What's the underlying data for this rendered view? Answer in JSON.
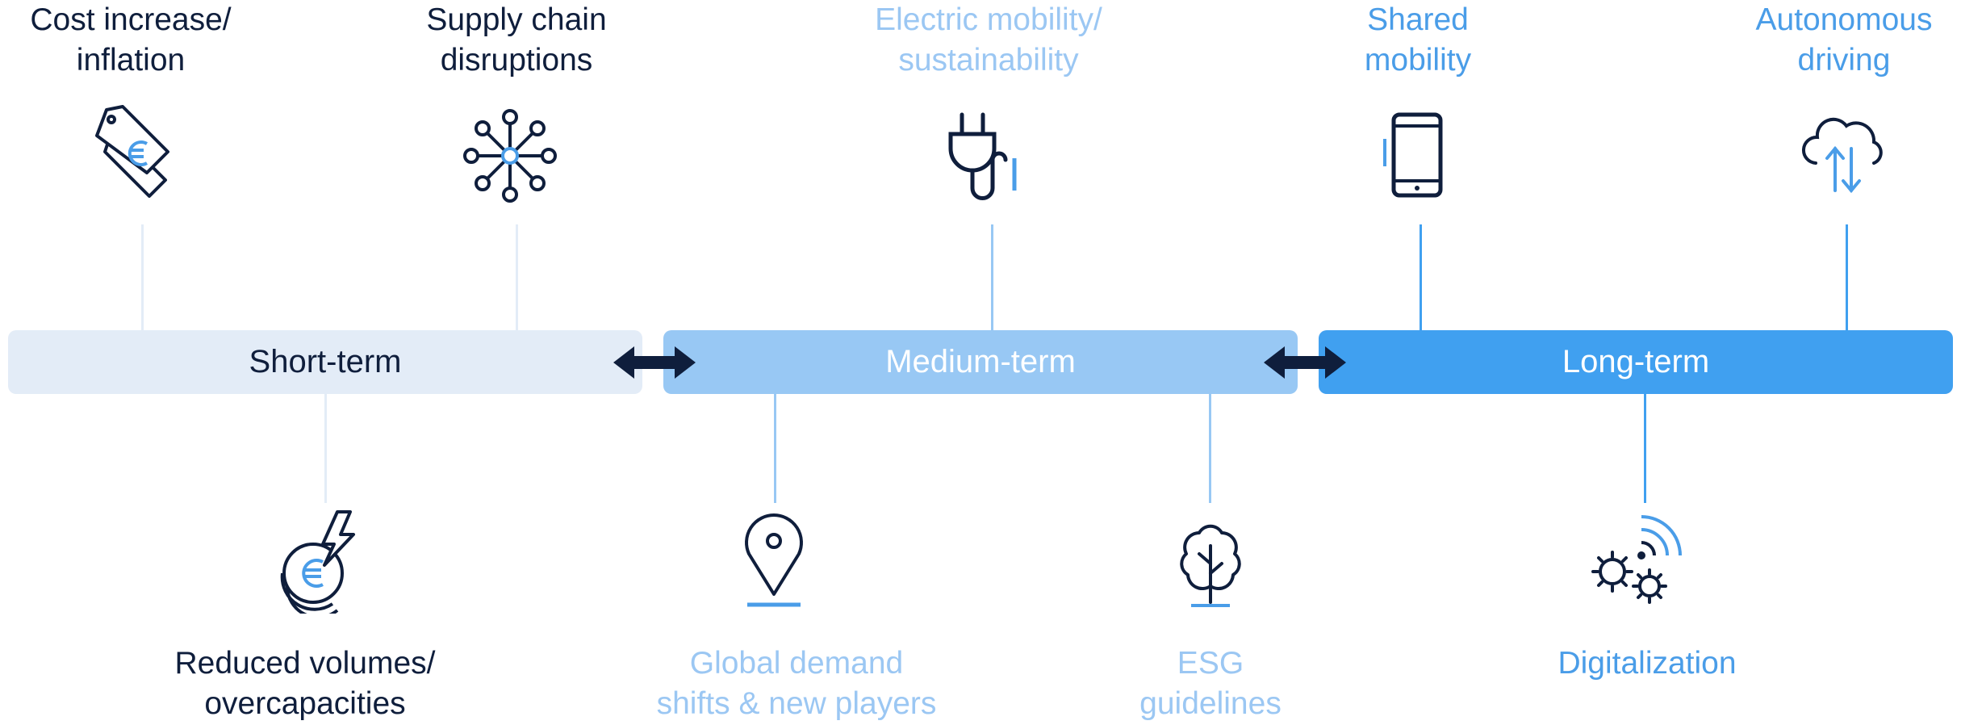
{
  "phases": {
    "short": "Short-term",
    "medium": "Medium-term",
    "long": "Long-term"
  },
  "top_labels": {
    "cost": "Cost increase/\ninflation",
    "supply": "Supply chain\ndisruptions",
    "electric": "Electric mobility/\nsustainability",
    "shared": "Shared\nmobility",
    "autonomous": "Autonomous\ndriving"
  },
  "bottom_labels": {
    "reduced": "Reduced volumes/\novercapacities",
    "global": "Global demand\nshifts & new players",
    "esg": "ESG\nguidelines",
    "digital": "Digitalization"
  },
  "icons": {
    "cost": "price-tag-euro-icon",
    "supply": "network-hub-icon",
    "electric": "plug-icon",
    "shared": "smartphone-icon",
    "autonomous": "cloud-transfer-icon",
    "reduced": "euro-coins-lightning-icon",
    "global": "location-pin-icon",
    "esg": "tree-icon",
    "digital": "gears-wifi-icon"
  },
  "colors": {
    "short": "#e3ecf7",
    "medium": "#98c8f4",
    "long": "#40a0f0",
    "dark": "#0f1e3c"
  }
}
